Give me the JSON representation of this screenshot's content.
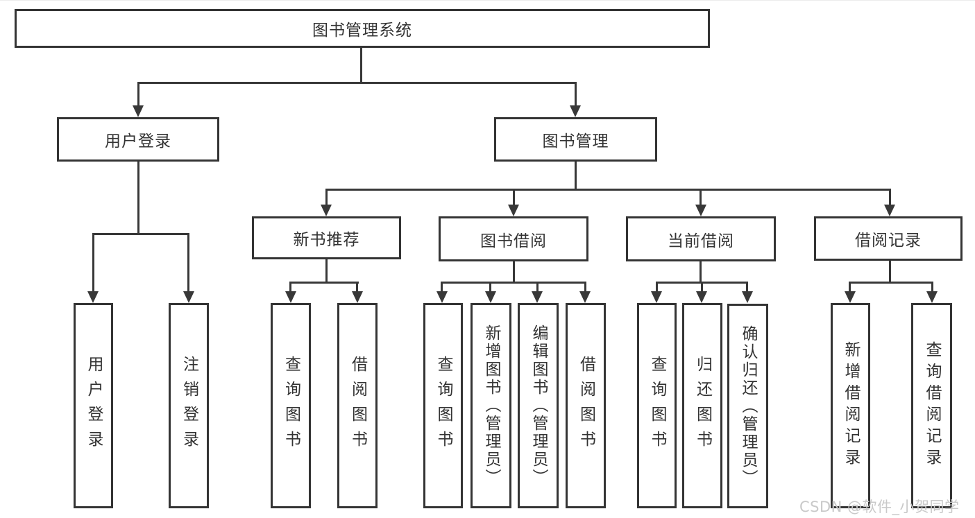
{
  "diagram": {
    "root": {
      "label": "图书管理系统"
    },
    "branches": [
      {
        "label": "用户登录",
        "children": [
          "用户登录",
          "注销登录"
        ]
      },
      {
        "label": "图书管理"
      }
    ],
    "modules": [
      {
        "label": "新书推荐",
        "children": [
          "查询图书",
          "借阅图书"
        ]
      },
      {
        "label": "图书借阅",
        "children": [
          "查询图书",
          "新增图书（管理员）",
          "编辑图书（管理员）",
          "借阅图书"
        ]
      },
      {
        "label": "当前借阅",
        "children": [
          "查询图书",
          "归还图书",
          "确认归还（管理员）"
        ]
      },
      {
        "label": "借阅记录",
        "children": [
          "新增借阅记录",
          "查询借阅记录"
        ]
      }
    ]
  },
  "watermark": {
    "text": "CSDN @软件_小贺同学",
    "color": "#c9c9c9"
  },
  "colors": {
    "line": "#383838",
    "border": "#343434",
    "text": "#333333",
    "background": "#ffffff"
  }
}
